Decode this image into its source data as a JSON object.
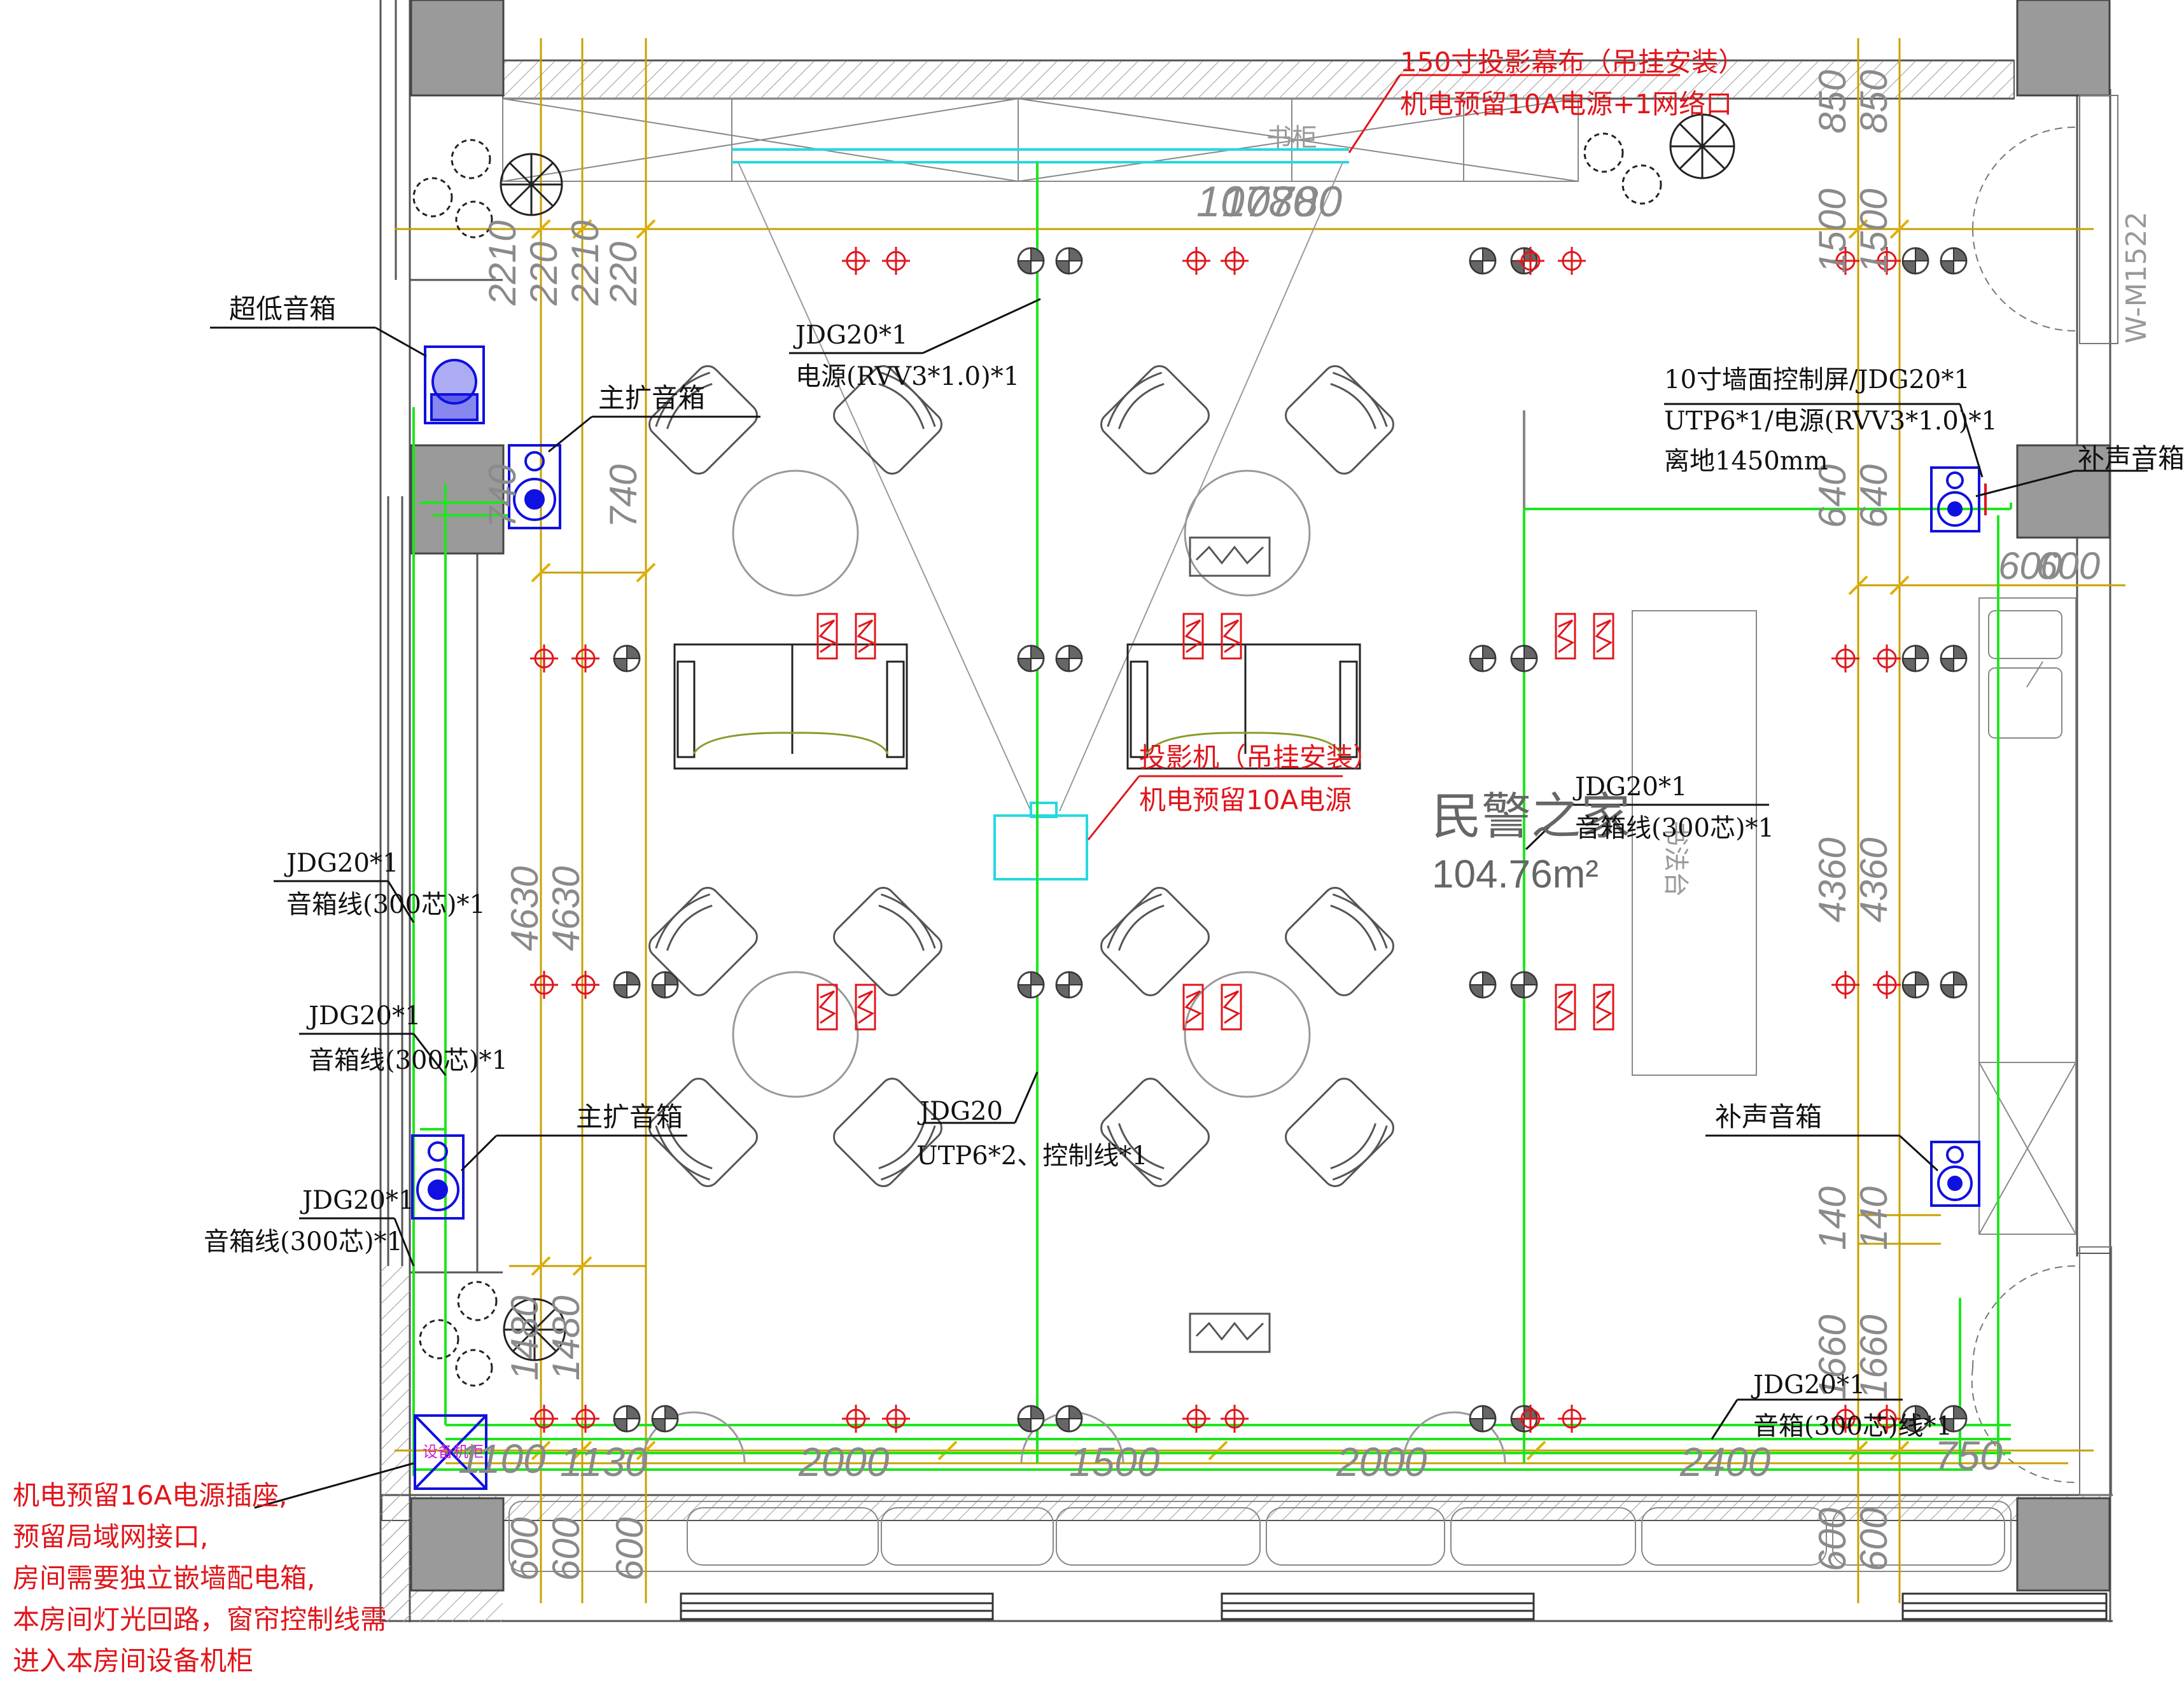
{
  "colors": {
    "wall": "#555555",
    "column": "#9a9a9a",
    "conduit": "#1ee61e",
    "dimension": "#c8a000",
    "speaker": "#1010e0",
    "annotation_red": "#e0161b",
    "projection": "#27d8e0",
    "fixture": "#888888"
  },
  "room": {
    "name": "民警之家",
    "area": "104.76m²",
    "cabinet_label": "设备机柜",
    "bookshelf_label": "书柜",
    "calligraphy_label": "书法台",
    "door_label": "W-M1522"
  },
  "annotations": {
    "screen": {
      "line1": "150寸投影幕布（吊挂安装）",
      "line2": "机电预留10A电源+1网络口"
    },
    "projector": {
      "line1": "投影机（吊挂安装）",
      "line2": "机电预留10A电源"
    },
    "cabinet_note": [
      "机电预留16A电源插座,",
      "预留局域网接口,",
      "房间需要独立嵌墙配电箱,",
      "本房间灯光回路，窗帘控制线需",
      "进入本房间设备机柜"
    ],
    "subwoofer": "超低音箱",
    "main_speaker_top": "主扩音箱",
    "main_speaker_bottom": "主扩音箱",
    "fill_speaker_top": "补声音箱",
    "fill_speaker_bottom": "补声音箱",
    "power_conduit": {
      "line1": "JDG20*1",
      "line2": "电源(RVV3*1.0)*1"
    },
    "control_panel": {
      "line1": "10寸墙面控制屏/JDG20*1",
      "line2": "UTP6*1/电源(RVV3*1.0)*1",
      "line3": "离地1450mm"
    },
    "right_speaker_line": {
      "line1": "JDG20*1",
      "line2": "音箱线(300芯)*1"
    },
    "center_control": {
      "line1": "JDG20",
      "line2": "UTP6*2、控制线*1"
    },
    "left_speaker_line_1": {
      "line1": "JDG20*1",
      "line2": "音箱线(300芯)*1"
    },
    "left_speaker_line_2": {
      "line1": "JDG20*1",
      "line2": "音箱线(300芯)*1"
    },
    "left_speaker_line_3": {
      "line1": "JDG20*1",
      "line2": "音箱线(300芯)*1"
    },
    "bottom_right_line": {
      "line1": "JDG20*1",
      "line2": "音箱(300芯)线*1"
    }
  },
  "dimensions": {
    "top": "10780",
    "top_left": [
      "2210",
      "2210"
    ],
    "top_left_b": [
      "220",
      "220"
    ],
    "left_740": [
      "740",
      "740"
    ],
    "left_4630": [
      "4630",
      "4630"
    ],
    "left_1480": [
      "1480",
      "1480"
    ],
    "bottom_left_600": [
      "600",
      "600"
    ],
    "bottom_1100": "1100",
    "bottom_1130": "1130",
    "bottom_2000a": "2000",
    "bottom_1500": "1500",
    "bottom_2000b": "2000",
    "bottom_2400": "2400",
    "bottom_750": "750",
    "right_1500": [
      "1500",
      "1500"
    ],
    "right_850": [
      "850",
      "850"
    ],
    "right_640": [
      "640",
      "640"
    ],
    "right_600": "600",
    "right_4360": [
      "4360",
      "4360"
    ],
    "right_140": [
      "140",
      "140"
    ],
    "right_1660": [
      "1660",
      "1660"
    ],
    "right_bottom_600": [
      "600",
      "600"
    ]
  }
}
